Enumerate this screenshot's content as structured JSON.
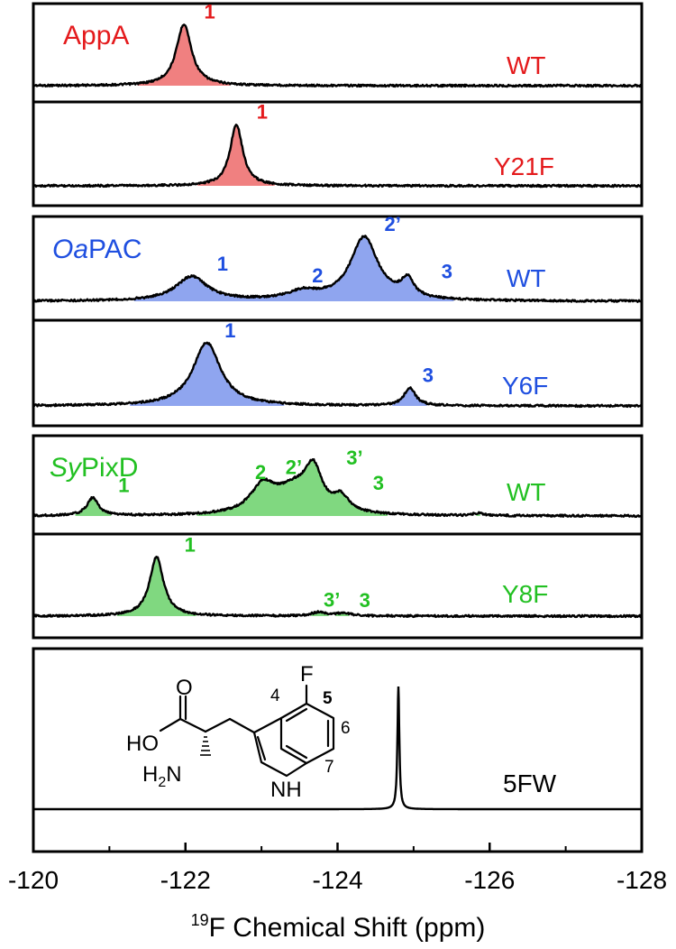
{
  "colors": {
    "red": "#e41a1c",
    "red_fill": "#f08080",
    "blue": "#1f4fe0",
    "blue_fill": "#8fa5ef",
    "green": "#22c022",
    "green_fill": "#80d880",
    "black": "#000000"
  },
  "chart_data": {
    "type": "line",
    "xlabel_sup": "19",
    "xlabel_main": "F Chemical Shift (ppm)",
    "xlim": [
      -120,
      -128
    ],
    "x_reversed": true,
    "xticks": [
      "-120",
      "-122",
      "-124",
      "-126",
      "-128"
    ],
    "groups": [
      {
        "name": "AppA",
        "color": "red",
        "fill": "red_fill",
        "spectra": [
          {
            "variant": "WT",
            "peaks": [
              {
                "center": -121.98,
                "height": 0.95,
                "width": 0.12
              }
            ],
            "peak_labels": [
              {
                "text": "1",
                "ppm": -122.08
              }
            ]
          },
          {
            "variant": "Y21F",
            "peaks": [
              {
                "center": -122.67,
                "height": 0.95,
                "width": 0.1
              }
            ],
            "peak_labels": [
              {
                "text": "1",
                "ppm": -122.77
              }
            ]
          }
        ]
      },
      {
        "name_italic": "Oa",
        "name_rest": "PAC",
        "color": "blue",
        "fill": "blue_fill",
        "spectra": [
          {
            "variant": "WT",
            "peaks": [
              {
                "center": -122.08,
                "height": 0.3,
                "width": 0.25
              },
              {
                "center": -123.55,
                "height": 0.1,
                "width": 0.25
              },
              {
                "center": -124.35,
                "height": 0.78,
                "width": 0.22
              },
              {
                "center": -124.92,
                "height": 0.22,
                "width": 0.1
              }
            ],
            "peak_labels": [
              {
                "text": "1",
                "ppm": -122.25
              },
              {
                "text": "2",
                "ppm": -123.5
              },
              {
                "text": "2’",
                "ppm": -124.45
              },
              {
                "text": "3",
                "ppm": -125.2
              }
            ]
          },
          {
            "variant": "Y6F",
            "peaks": [
              {
                "center": -122.28,
                "height": 0.78,
                "width": 0.22
              },
              {
                "center": -124.95,
                "height": 0.22,
                "width": 0.09
              }
            ],
            "peak_labels": [
              {
                "text": "1",
                "ppm": -122.35
              },
              {
                "text": "3",
                "ppm": -124.95
              }
            ]
          }
        ]
      },
      {
        "name_italic": "Sy",
        "name_rest": "PixD",
        "color": "green",
        "fill": "green_fill",
        "spectra": [
          {
            "variant": "WT",
            "peaks": [
              {
                "center": -120.78,
                "height": 0.22,
                "width": 0.09
              },
              {
                "center": -123.02,
                "height": 0.33,
                "width": 0.2
              },
              {
                "center": -123.42,
                "height": 0.28,
                "width": 0.28
              },
              {
                "center": -123.68,
                "height": 0.5,
                "width": 0.14
              },
              {
                "center": -124.05,
                "height": 0.18,
                "width": 0.12
              },
              {
                "center": -125.85,
                "height": 0.03,
                "width": 0.08
              }
            ],
            "peak_labels": [
              {
                "text": "1",
                "ppm": -120.95
              },
              {
                "text": "2",
                "ppm": -122.75
              },
              {
                "text": "2’",
                "ppm": -123.15
              },
              {
                "text": "3’",
                "ppm": -123.95
              },
              {
                "text": "3",
                "ppm": -124.3
              }
            ]
          },
          {
            "variant": "Y8F",
            "peaks": [
              {
                "center": -121.62,
                "height": 0.82,
                "width": 0.11
              },
              {
                "center": -123.75,
                "height": 0.05,
                "width": 0.12
              },
              {
                "center": -124.08,
                "height": 0.04,
                "width": 0.12
              }
            ],
            "peak_labels": [
              {
                "text": "1",
                "ppm": -121.82
              },
              {
                "text": "3’",
                "ppm": -123.65
              },
              {
                "text": "3",
                "ppm": -124.12
              }
            ]
          }
        ]
      }
    ],
    "reference": {
      "variant": "5FW",
      "peak": {
        "center": -124.8,
        "height": 1.0,
        "width": 0.015
      },
      "structure_labels": {
        "F": "F",
        "c5": "5",
        "c4": "4",
        "c6": "6",
        "c7": "7",
        "HO": "HO",
        "O": "O",
        "H": "H",
        "sub2": "2",
        "N": "N",
        "NH": "NH"
      }
    }
  }
}
